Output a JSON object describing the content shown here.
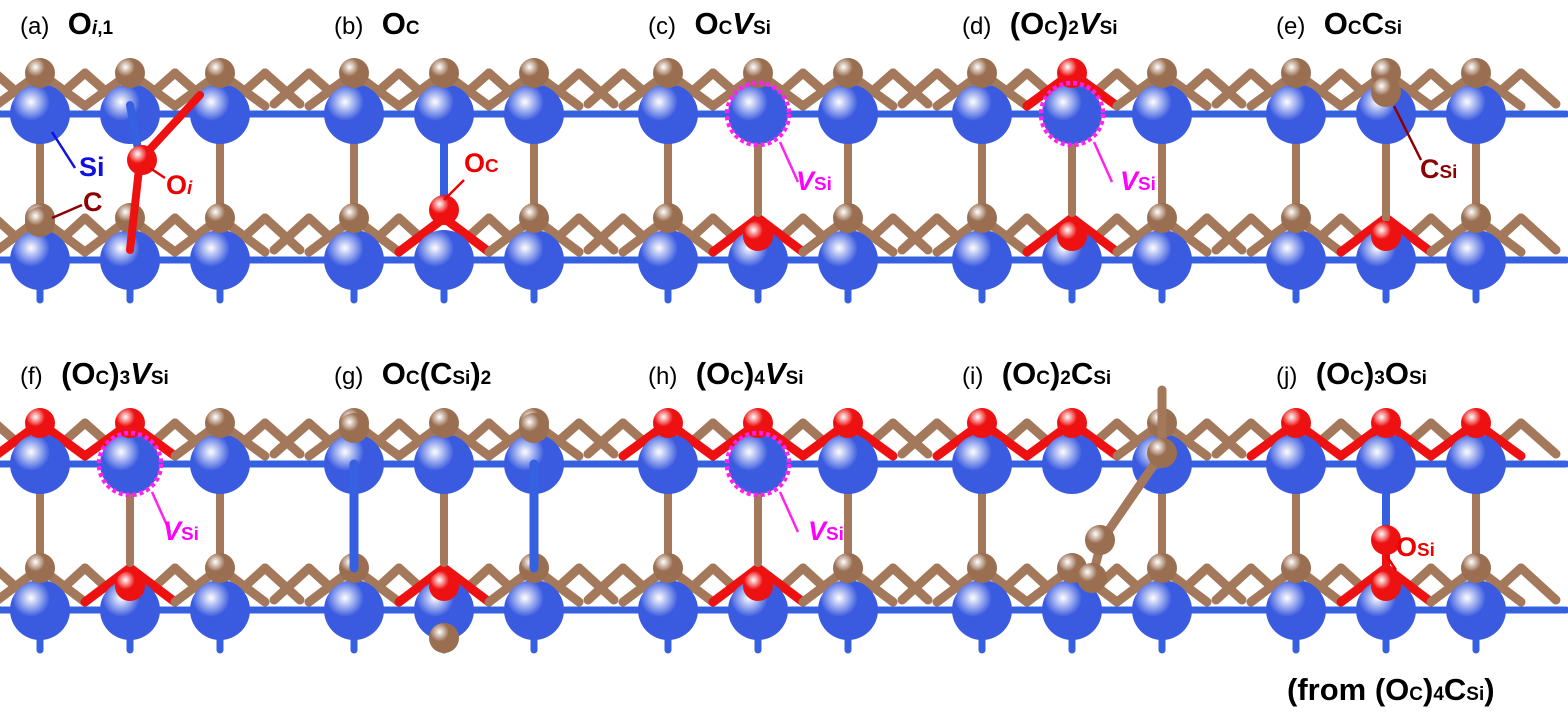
{
  "figure": {
    "colors": {
      "si_atom": "#3a5be0",
      "c_atom": "#9a6e50",
      "o_atom": "#ee1111",
      "si_bond": "#3560e0",
      "c_bond": "#a4785a",
      "vacancy_marker": "#ff22ee",
      "si_label": "#1010e0",
      "c_label": "#8b0000",
      "o_label": "#ee0000",
      "v_label": "#ff00ff"
    },
    "annotation_labels": {
      "si": "Si",
      "c": "C",
      "o": "O",
      "i": "i",
      "v": "V",
      "c_sub": "C",
      "si_sub": "Si"
    },
    "panels": [
      {
        "letter": "(a)",
        "title": [
          {
            "t": "O"
          },
          {
            "t": "i",
            "sub": true,
            "it": true
          },
          {
            "t": ",1",
            "sub": true
          }
        ],
        "variant": "a"
      },
      {
        "letter": "(b)",
        "title": [
          {
            "t": "O"
          },
          {
            "t": "C",
            "sub": true
          }
        ],
        "variant": "b"
      },
      {
        "letter": "(c)",
        "title": [
          {
            "t": "O"
          },
          {
            "t": "C",
            "sub": true
          },
          {
            "t": "V",
            "it": true
          },
          {
            "t": "Si",
            "sub": true
          }
        ],
        "variant": "c"
      },
      {
        "letter": "(d)",
        "title": [
          {
            "t": "(O"
          },
          {
            "t": "C",
            "sub": true
          },
          {
            "t": ")"
          },
          {
            "t": "2",
            "sub": true
          },
          {
            "t": "V",
            "it": true
          },
          {
            "t": "Si",
            "sub": true
          }
        ],
        "variant": "d"
      },
      {
        "letter": "(e)",
        "title": [
          {
            "t": "O"
          },
          {
            "t": "C",
            "sub": true
          },
          {
            "t": "C"
          },
          {
            "t": "Si",
            "sub": true
          }
        ],
        "variant": "e"
      },
      {
        "letter": "(f)",
        "title": [
          {
            "t": "(O"
          },
          {
            "t": "C",
            "sub": true
          },
          {
            "t": ")"
          },
          {
            "t": "3",
            "sub": true
          },
          {
            "t": "V",
            "it": true
          },
          {
            "t": "Si",
            "sub": true
          }
        ],
        "variant": "f"
      },
      {
        "letter": "(g)",
        "title": [
          {
            "t": "O"
          },
          {
            "t": "C",
            "sub": true
          },
          {
            "t": "(C"
          },
          {
            "t": "Si",
            "sub": true
          },
          {
            "t": ")"
          },
          {
            "t": "2",
            "sub": true
          }
        ],
        "variant": "g"
      },
      {
        "letter": "(h)",
        "title": [
          {
            "t": "(O"
          },
          {
            "t": "C",
            "sub": true
          },
          {
            "t": ")"
          },
          {
            "t": "4",
            "sub": true
          },
          {
            "t": "V",
            "it": true
          },
          {
            "t": "Si",
            "sub": true
          }
        ],
        "variant": "h"
      },
      {
        "letter": "(i)",
        "title": [
          {
            "t": "(O"
          },
          {
            "t": "C",
            "sub": true
          },
          {
            "t": ")"
          },
          {
            "t": "2",
            "sub": true
          },
          {
            "t": "C"
          },
          {
            "t": "Si",
            "sub": true
          }
        ],
        "variant": "i"
      },
      {
        "letter": "(j)",
        "title": [
          {
            "t": "(O"
          },
          {
            "t": "C",
            "sub": true
          },
          {
            "t": ")"
          },
          {
            "t": "3",
            "sub": true
          },
          {
            "t": "O"
          },
          {
            "t": "Si",
            "sub": true
          }
        ],
        "variant": "j"
      }
    ],
    "footnote": [
      {
        "t": "(from (O"
      },
      {
        "t": "C",
        "sub": true
      },
      {
        "t": ")"
      },
      {
        "t": "4",
        "sub": true
      },
      {
        "t": "C"
      },
      {
        "t": "Si",
        "sub": true
      },
      {
        "t": ")"
      }
    ]
  }
}
